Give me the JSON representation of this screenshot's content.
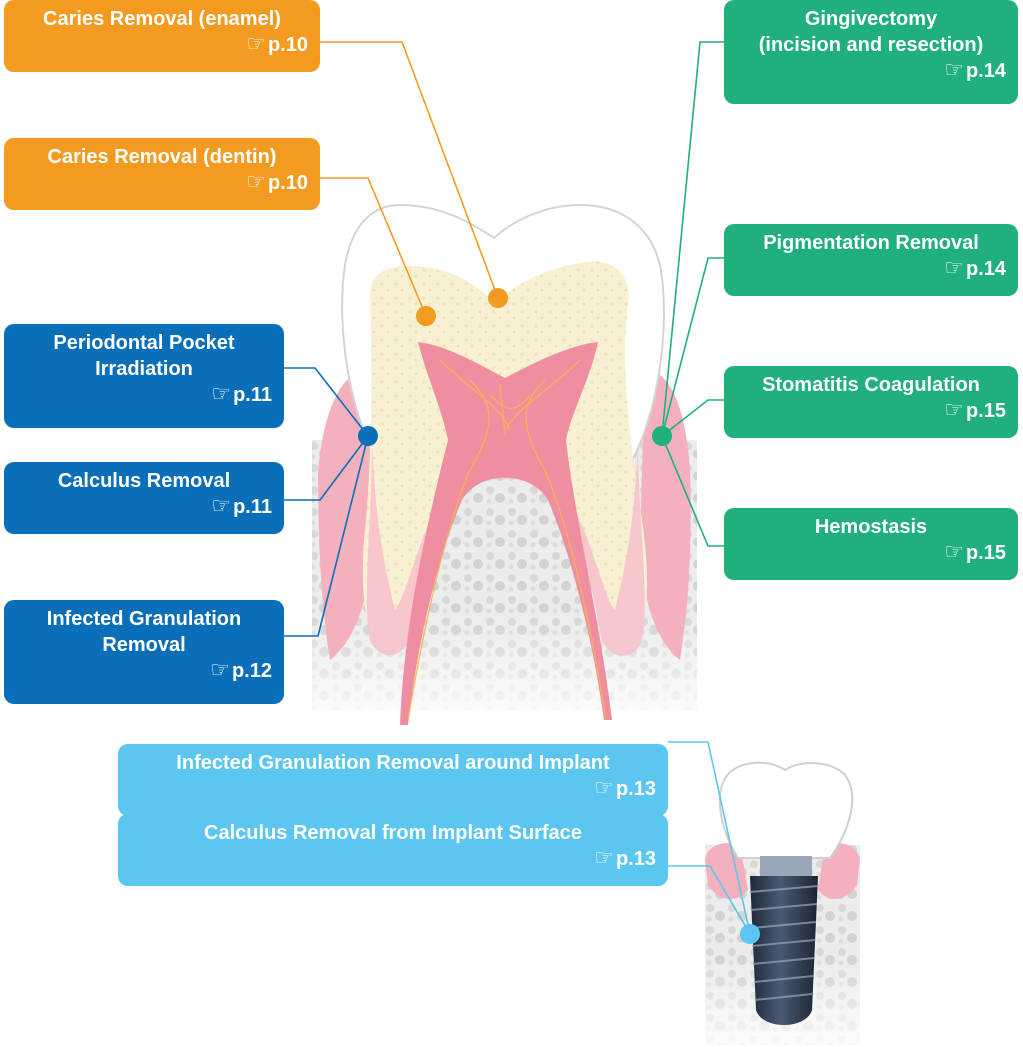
{
  "colors": {
    "orange": "#f39b21",
    "blue": "#0a6fb8",
    "green": "#1fb07c",
    "light_blue": "#5bc6ef",
    "gum": "#f3a4b1",
    "pulp": "#ef7f94",
    "dentin": "#f8efcc",
    "bone": "#e6e6e6"
  },
  "pointer_icon": "pointing-hand-icon",
  "pointer_glyph": "☞",
  "labels": {
    "caries_enamel": {
      "title": "Caries Removal (enamel)",
      "ref": "p.10"
    },
    "caries_dentin": {
      "title": "Caries Removal (dentin)",
      "ref": "p.10"
    },
    "periodontal_pocket": {
      "title_line1": "Periodontal Pocket",
      "title_line2": "Irradiation",
      "ref": "p.11"
    },
    "calculus_removal": {
      "title": "Calculus Removal",
      "ref": "p.11"
    },
    "infected_granulation": {
      "title_line1": "Infected Granulation",
      "title_line2": "Removal",
      "ref": "p.12"
    },
    "gingivectomy": {
      "title_line1": "Gingivectomy",
      "title_line2": "(incision and resection)",
      "ref": "p.14"
    },
    "pigmentation_removal": {
      "title": "Pigmentation Removal",
      "ref": "p.14"
    },
    "stomatitis_coagulation": {
      "title": "Stomatitis Coagulation",
      "ref": "p.15"
    },
    "hemostasis": {
      "title": "Hemostasis",
      "ref": "p.15"
    },
    "implant_calculus": {
      "title": "Calculus Removal from Implant Surface",
      "ref": "p.13"
    },
    "implant_granulation": {
      "title": "Infected Granulation Removal around Implant",
      "ref": "p.13"
    }
  }
}
